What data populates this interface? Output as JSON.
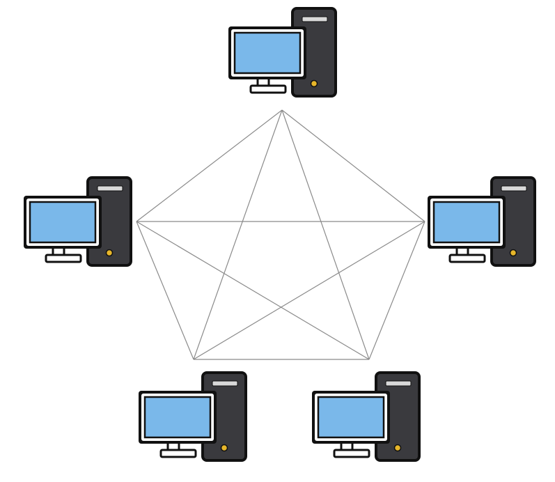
{
  "diagram": {
    "type": "network-topology",
    "topology": "full-mesh",
    "node_icon": "desktop-computer-icon",
    "nodes": [
      {
        "id": "top"
      },
      {
        "id": "left"
      },
      {
        "id": "right"
      },
      {
        "id": "bottom-left"
      },
      {
        "id": "bottom-right"
      }
    ],
    "links": [
      [
        "top",
        "left"
      ],
      [
        "top",
        "right"
      ],
      [
        "top",
        "bottom-left"
      ],
      [
        "top",
        "bottom-right"
      ],
      [
        "left",
        "right"
      ],
      [
        "left",
        "bottom-left"
      ],
      [
        "left",
        "bottom-right"
      ],
      [
        "right",
        "bottom-left"
      ],
      [
        "right",
        "bottom-right"
      ],
      [
        "bottom-left",
        "bottom-right"
      ]
    ],
    "colors": {
      "background": "#ffffff",
      "link": "#8a8a8a",
      "screen": "#7ab8ea",
      "case": "#3a3a3e",
      "outline": "#111111",
      "bezel": "#ffffff",
      "power_light": "#e7b62a",
      "drive_slot": "#d9d9d9"
    }
  }
}
